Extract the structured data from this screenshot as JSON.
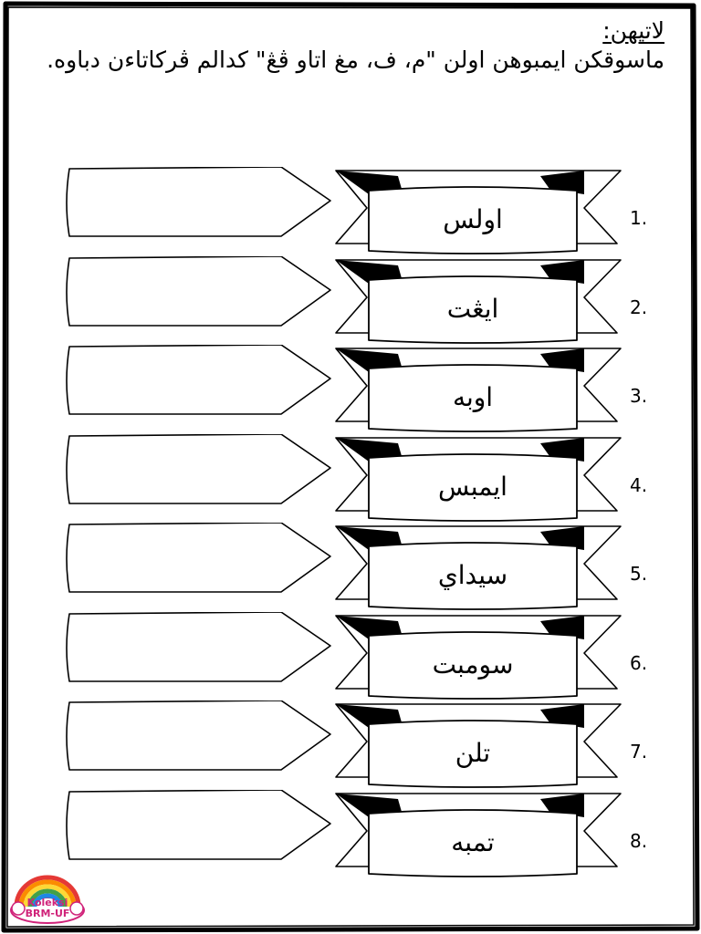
{
  "worksheet": {
    "title": "لاتيهن:",
    "instruction": "ماسوقكن ايمبوهن اولن \"م، ف، مغ اتاو ڤڠ\" كدالم ڤركاتاءن دباوه."
  },
  "rows": [
    {
      "number": "1.",
      "word": "اولس"
    },
    {
      "number": "2.",
      "word": "ايڠت"
    },
    {
      "number": "3.",
      "word": "اوبه"
    },
    {
      "number": "4.",
      "word": "ايمبس"
    },
    {
      "number": "5.",
      "word": "سيداي"
    },
    {
      "number": "6.",
      "word": "سومبت"
    },
    {
      "number": "7.",
      "word": "تلن"
    },
    {
      "number": "8.",
      "word": "تمبه"
    }
  ],
  "logo": {
    "line1": "Koleksi",
    "line2": "BRM-UF"
  },
  "colors": {
    "ink": "#000000",
    "paper": "#ffffff",
    "logo_pink": "#d0237a"
  }
}
